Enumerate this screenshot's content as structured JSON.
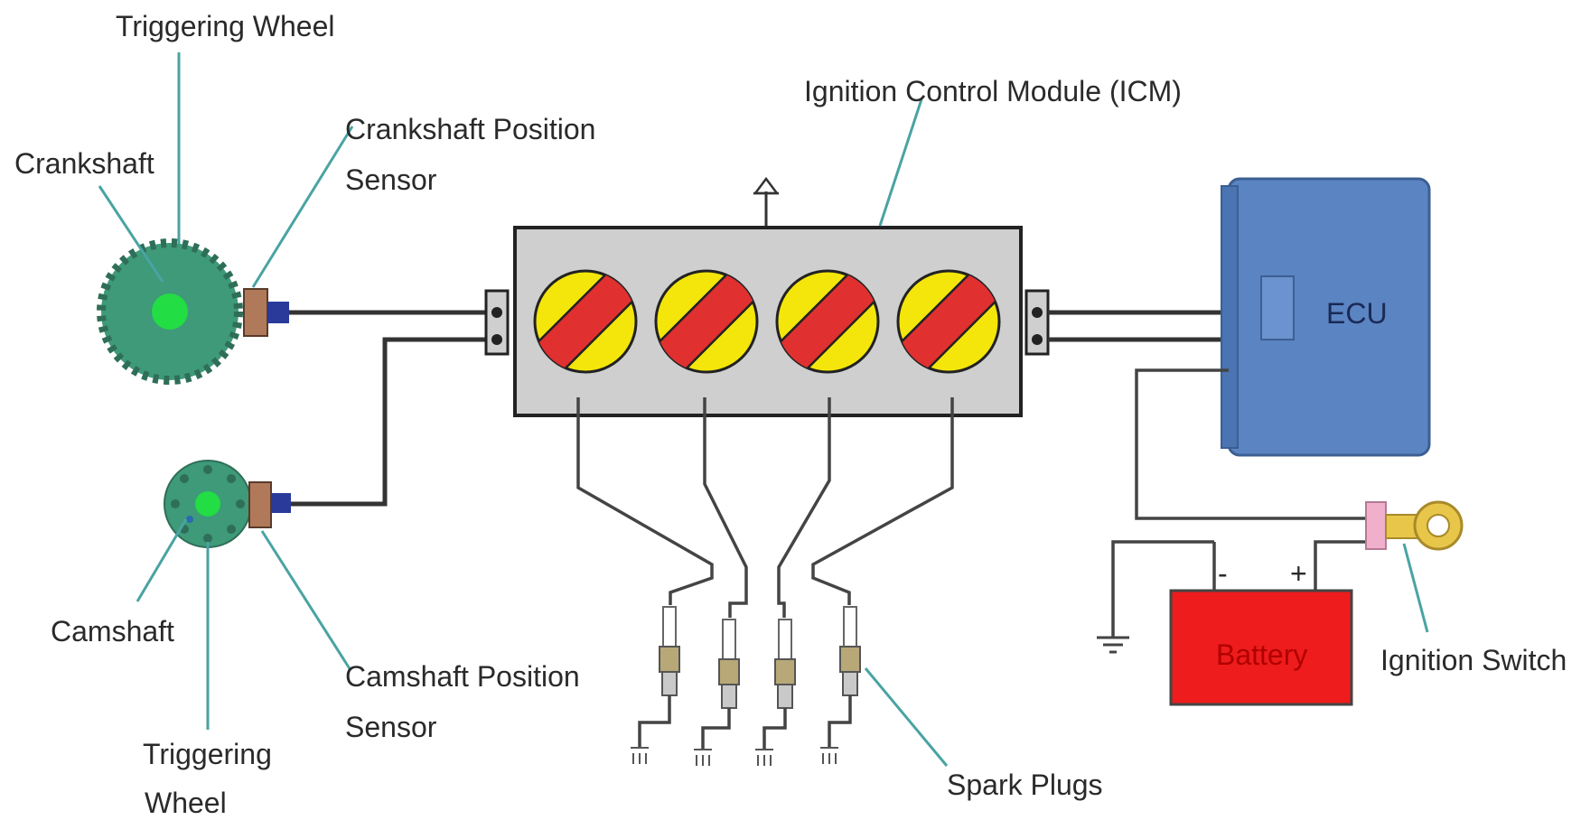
{
  "diagram": {
    "labels": {
      "triggering_wheel_top": "Triggering Wheel",
      "crankshaft": "Crankshaft",
      "crankshaft_sensor_line1": "Crankshaft Position",
      "crankshaft_sensor_line2": "Sensor",
      "icm": "Ignition Control Module (ICM)",
      "ecu": "ECU",
      "camshaft": "Camshaft",
      "camshaft_sensor_line1": "Camshaft Position",
      "camshaft_sensor_line2": "Sensor",
      "triggering_wheel_bottom_line1": "Triggering",
      "triggering_wheel_bottom_line2": "Wheel",
      "spark_plugs": "Spark Plugs",
      "battery": "Battery",
      "battery_minus": "-",
      "battery_plus": "+",
      "ignition_switch": "Ignition Switch"
    },
    "colors": {
      "wheel_green": "#3e9a78",
      "hub_green": "#22dd44",
      "sensor_brown": "#b07a5a",
      "sensor_tip_blue": "#2a3a9a",
      "icm_gray": "#cfcfcf",
      "coil_yellow": "#f4e60a",
      "coil_red": "#e03030",
      "ecu_blue": "#5b84c2",
      "battery_red": "#ee1c1c",
      "switch_gold": "#e8c64a",
      "switch_pink": "#f0b0cc",
      "leader_teal": "#4aa3a3"
    }
  }
}
